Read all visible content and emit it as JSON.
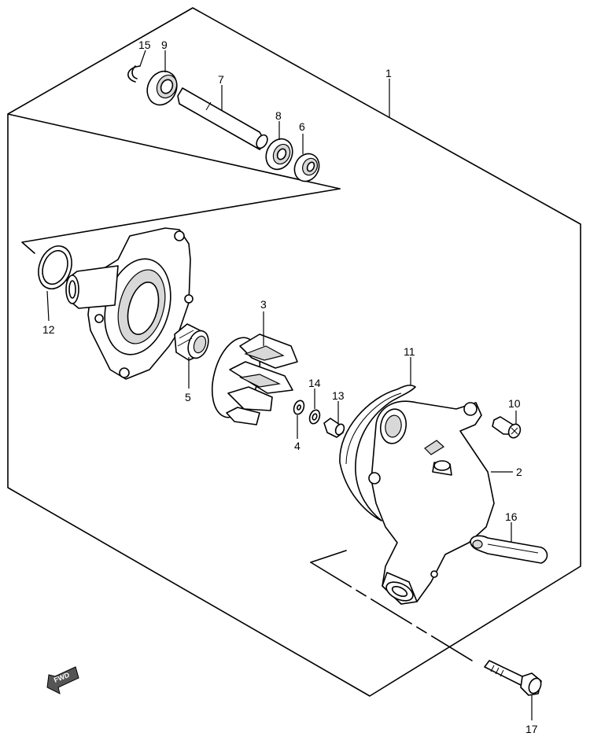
{
  "callouts": {
    "p1": "1",
    "p2": "2",
    "p3": "3",
    "p4": "4",
    "p5": "5",
    "p6": "6",
    "p7": "7",
    "p8": "8",
    "p9": "9",
    "p10": "10",
    "p11": "11",
    "p12": "12",
    "p13": "13",
    "p14": "14",
    "p15": "15",
    "p16": "16",
    "p17": "17"
  },
  "fwd_badge": "FWD"
}
